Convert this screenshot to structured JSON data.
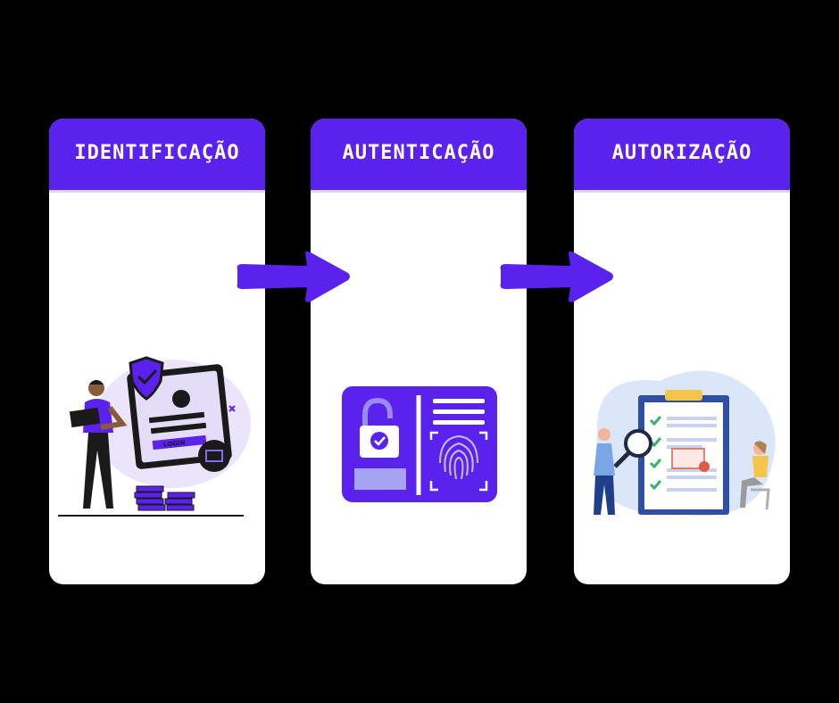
{
  "steps": [
    {
      "title": "IDENTIFICAÇÃO",
      "icon": "login-security-illustration"
    },
    {
      "title": "AUTENTICAÇÃO",
      "icon": "lock-fingerprint-icon"
    },
    {
      "title": "AUTORIZAÇÃO",
      "icon": "clipboard-approval-illustration"
    }
  ],
  "illustration": {
    "login_label": "LOGIN"
  },
  "colors": {
    "accent": "#5b22ee",
    "background": "#000000",
    "card": "#ffffff"
  }
}
